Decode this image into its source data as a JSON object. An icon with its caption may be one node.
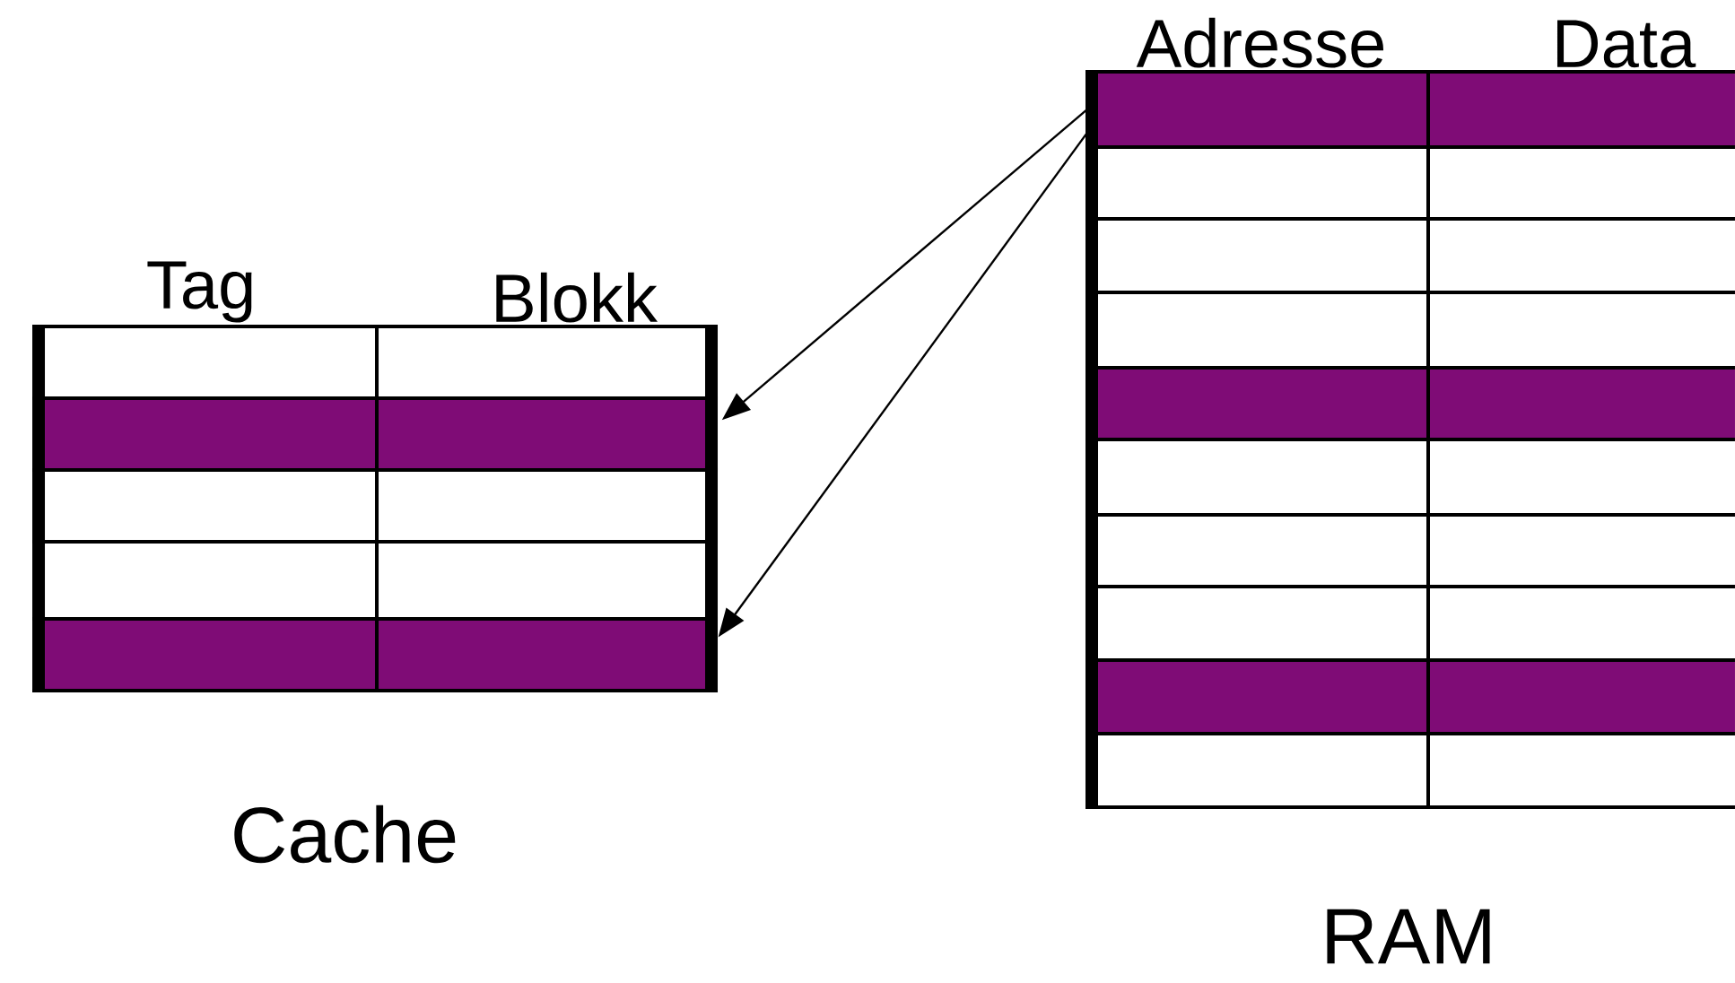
{
  "diagram": {
    "nodes": [
      {
        "text": [
          "Tag",
          "Blokk"
        ],
        "beside": [
          "Cache"
        ]
      },
      {
        "text": [],
        "shape": "bar",
        "in": 0
      },
      {
        "text": [],
        "shape": "bar",
        "in": 0
      },
      {
        "text": [
          "Adresse",
          "Data"
        ],
        "beside": [
          "RAM"
        ]
      },
      {
        "text": [],
        "shape": "bar",
        "in": 3
      },
      {
        "text": [],
        "shape": "bar",
        "in": 3
      },
      {
        "text": [],
        "shape": "bar",
        "in": 3
      }
    ],
    "edges": [
      {
        "from": 4,
        "to": 1,
        "arrow": "to"
      },
      {
        "from": 4,
        "to": 2,
        "arrow": "to"
      }
    ]
  }
}
